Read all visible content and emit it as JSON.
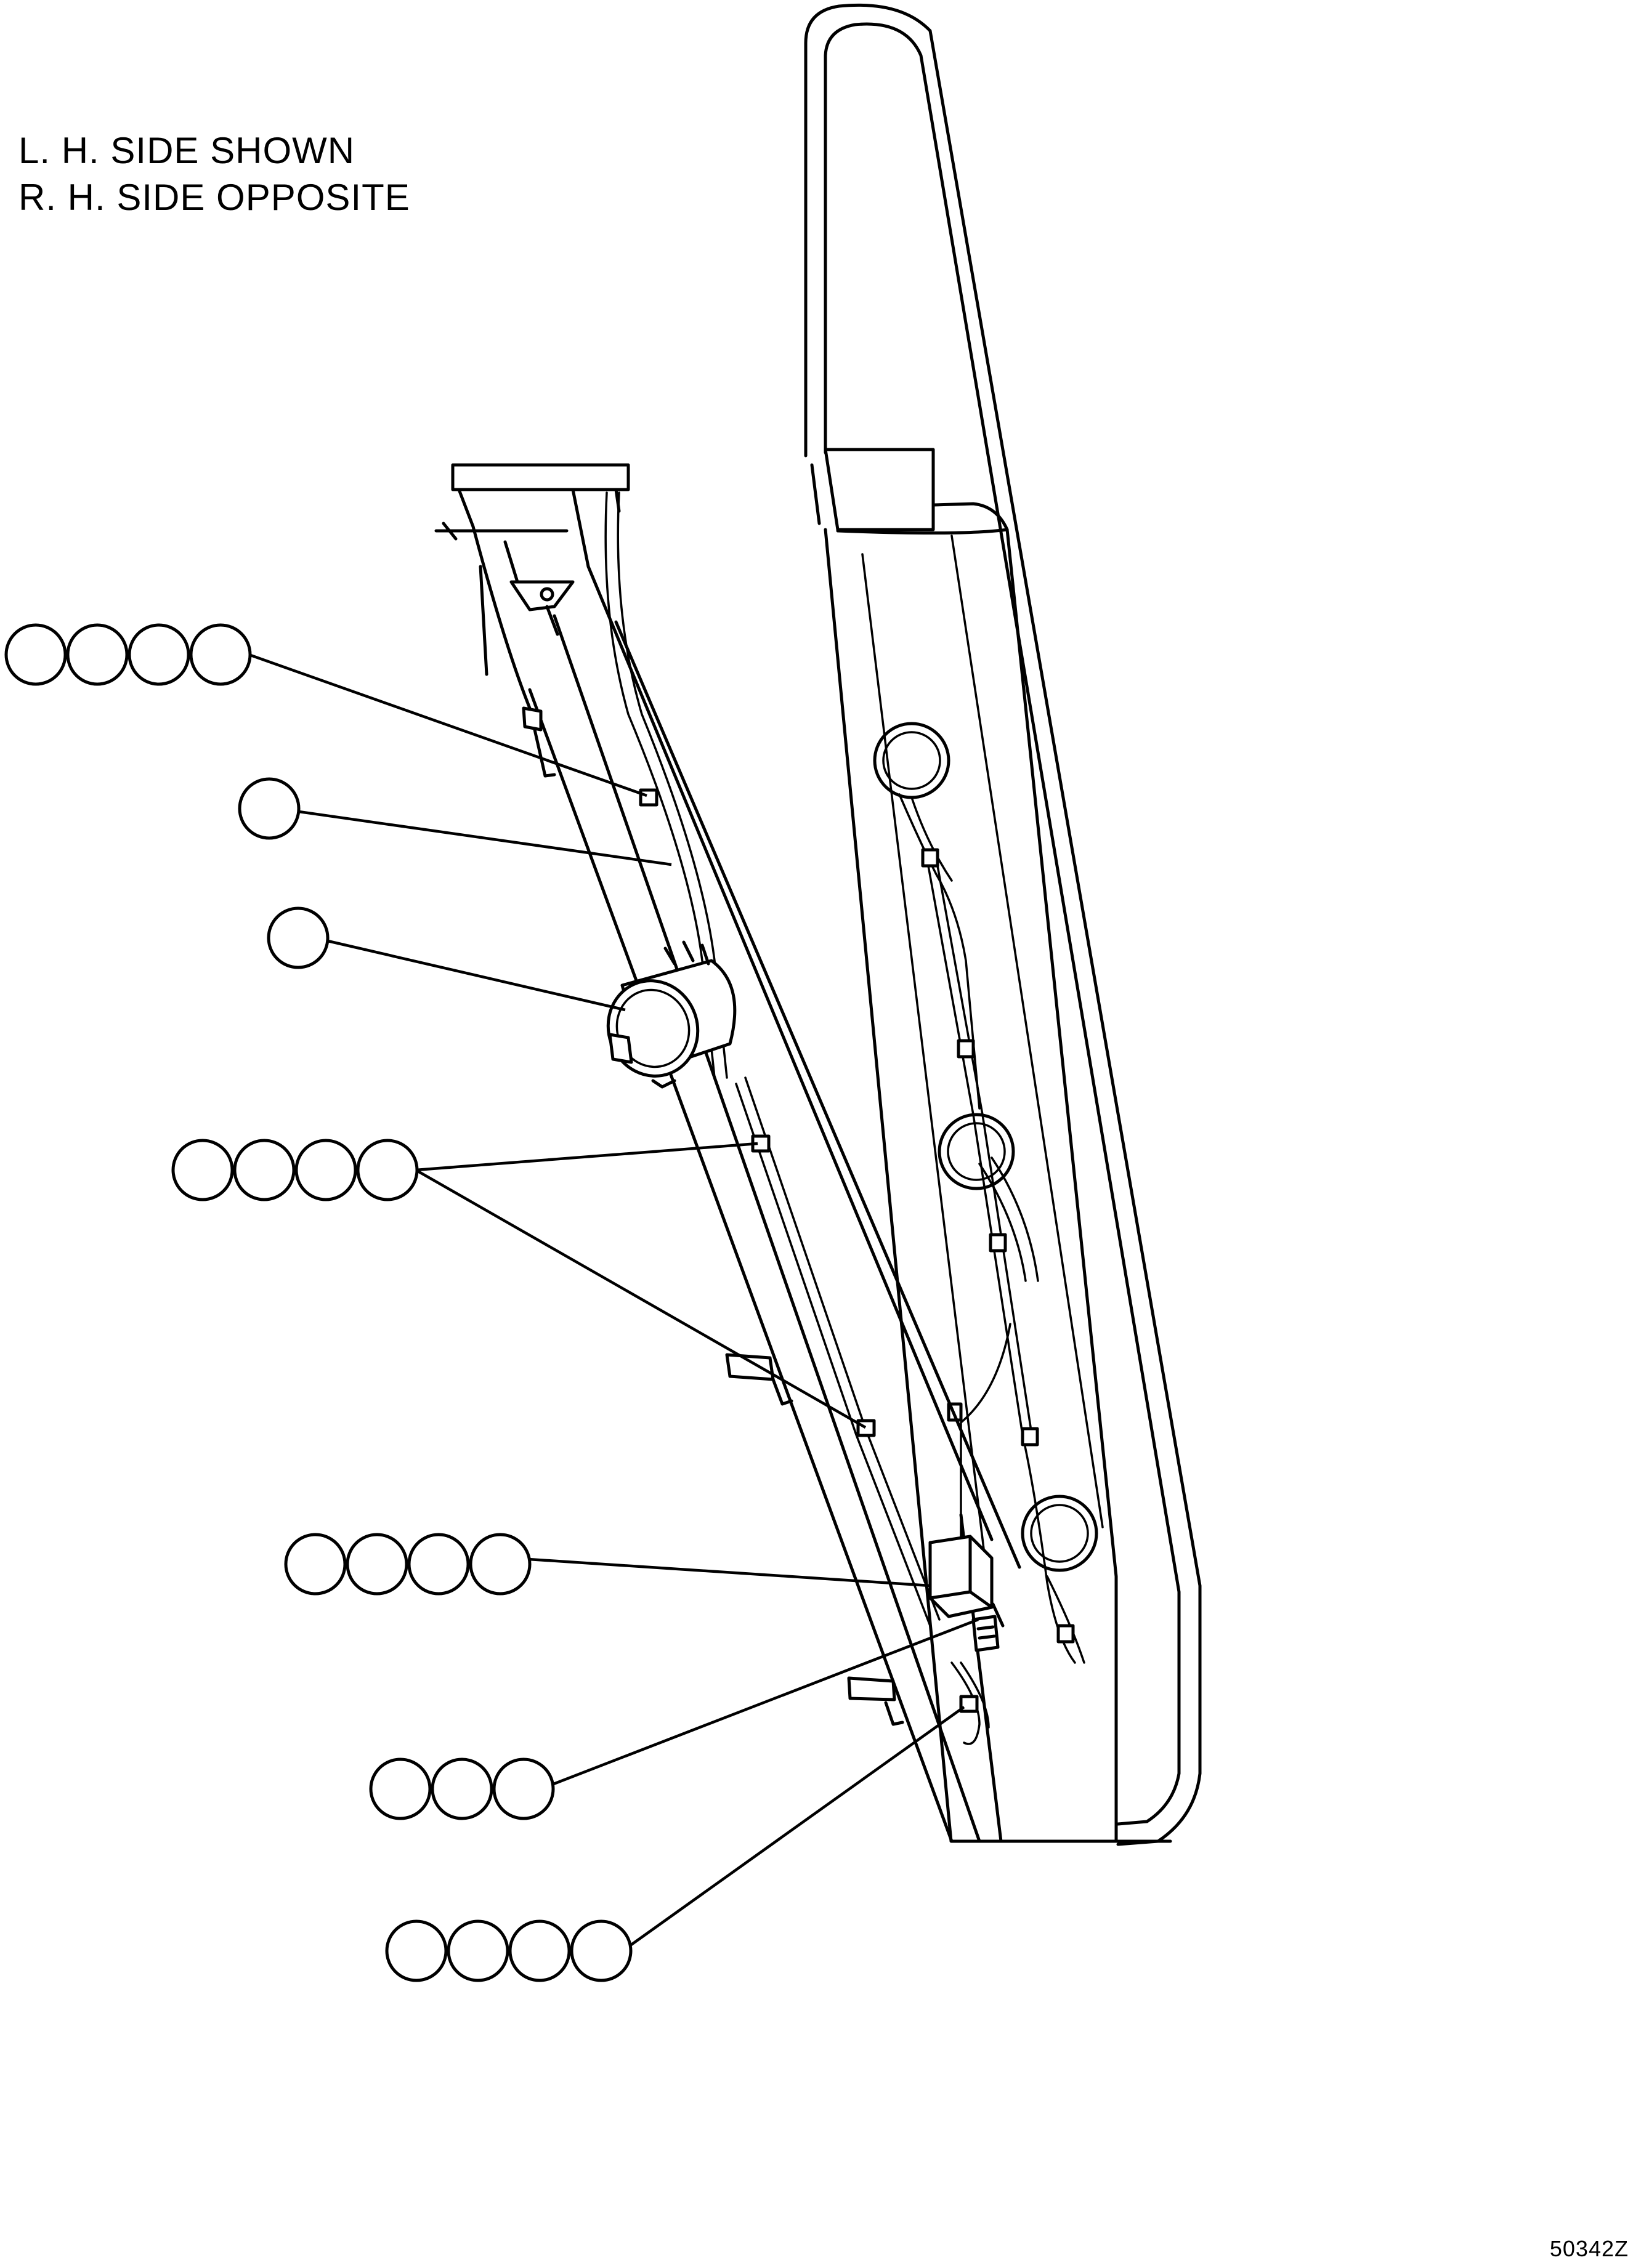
{
  "notes": {
    "line1": "L. H. SIDE SHOWN",
    "line2": "R. H. SIDE OPPOSITE"
  },
  "drawing_number": "50342Z",
  "callout_groups": [
    {
      "name": "callout-group-1",
      "balloons": 4
    },
    {
      "name": "callout-group-2",
      "balloons": 1
    },
    {
      "name": "callout-group-3",
      "balloons": 1
    },
    {
      "name": "callout-group-4",
      "balloons": 4
    },
    {
      "name": "callout-group-5",
      "balloons": 4
    },
    {
      "name": "callout-group-6",
      "balloons": 3
    },
    {
      "name": "callout-group-7",
      "balloons": 4
    }
  ]
}
